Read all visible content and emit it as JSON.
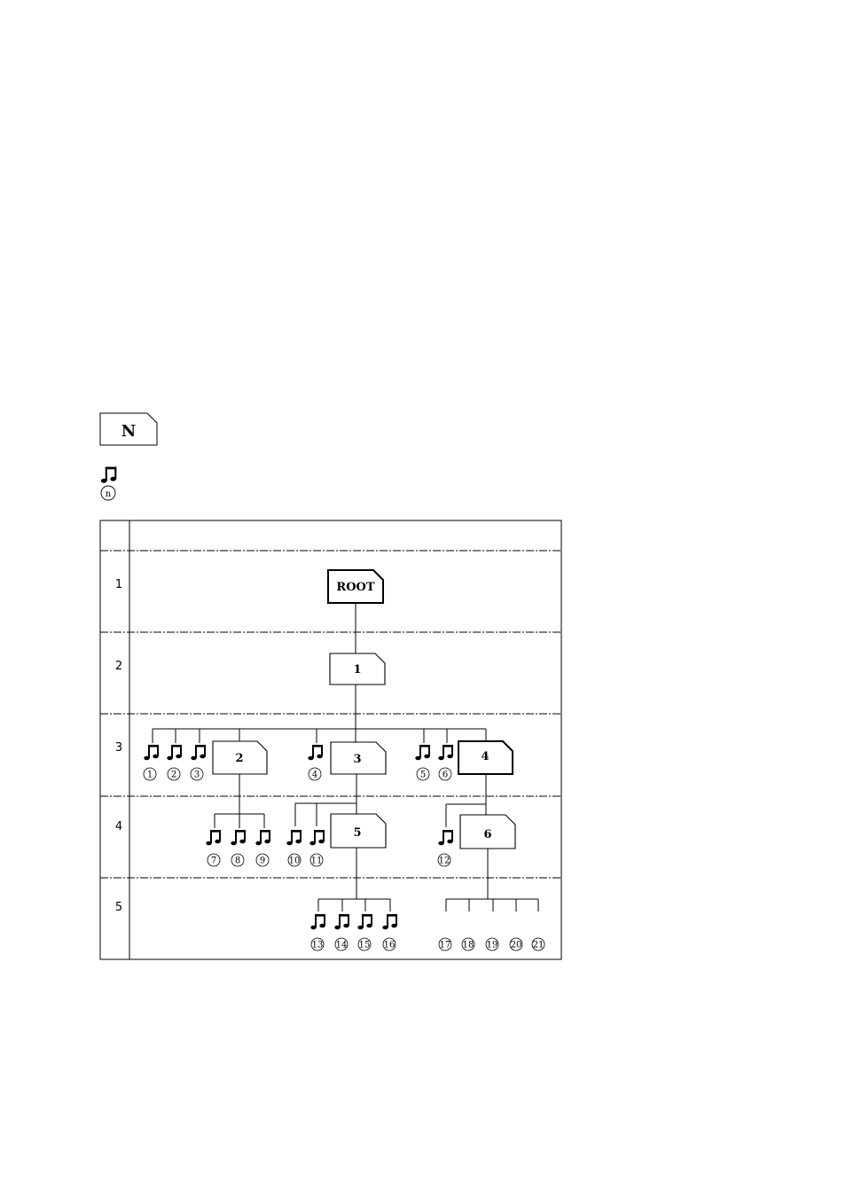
{
  "legend": {
    "folder_label": "N",
    "track_num_label": "n"
  },
  "levels": [
    "1",
    "2",
    "3",
    "4",
    "5"
  ],
  "folders": [
    {
      "id": "root",
      "label": "ROOT",
      "bold": true
    },
    {
      "id": "f1",
      "label": "1"
    },
    {
      "id": "f2",
      "label": "2"
    },
    {
      "id": "f3",
      "label": "3"
    },
    {
      "id": "f4",
      "label": "4",
      "bold": true
    },
    {
      "id": "f5",
      "label": "5"
    },
    {
      "id": "f6",
      "label": "6"
    }
  ],
  "tracks": [
    "1",
    "2",
    "3",
    "4",
    "5",
    "6",
    "7",
    "8",
    "9",
    "10",
    "11",
    "12",
    "13",
    "14",
    "15",
    "16",
    "17",
    "18",
    "19",
    "20",
    "21"
  ],
  "colors": {
    "line": "#000000",
    "dash": "#555555",
    "background": "#ffffff"
  }
}
